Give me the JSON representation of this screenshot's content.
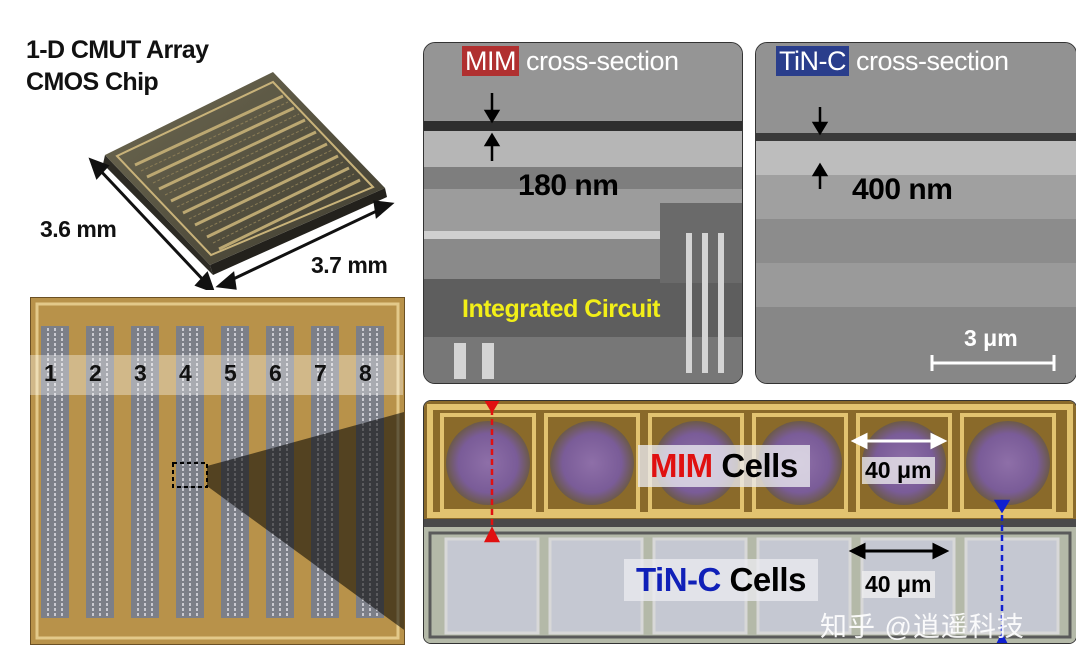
{
  "title_line1": "1-D CMUT Array",
  "title_line2": "CMOS Chip",
  "dims": {
    "width": "3.6 mm",
    "depth": "3.7 mm"
  },
  "columns": [
    "1",
    "2",
    "3",
    "4",
    "5",
    "6",
    "7",
    "8"
  ],
  "sem_left": {
    "tag": "MIM",
    "rest": " cross-section",
    "measure": "180 nm",
    "ic_label": "Integrated Circuit"
  },
  "sem_right": {
    "tag": "TiN-C",
    "rest": " cross-section",
    "measure": "400 nm",
    "scale": "3 μm"
  },
  "cells": {
    "mim_prefix": "MIM",
    "mim_suffix": " Cells",
    "tinc_prefix": "TiN-C",
    "tinc_suffix": " Cells",
    "gap_top": "40 μm",
    "gap_bottom": "40 μm"
  },
  "watermark": "知乎 @逍遥科技",
  "colors": {
    "mim": "#e01010",
    "tinc": "#1020b8",
    "ic_text": "#f2ef18",
    "gold": "#c9a250"
  }
}
